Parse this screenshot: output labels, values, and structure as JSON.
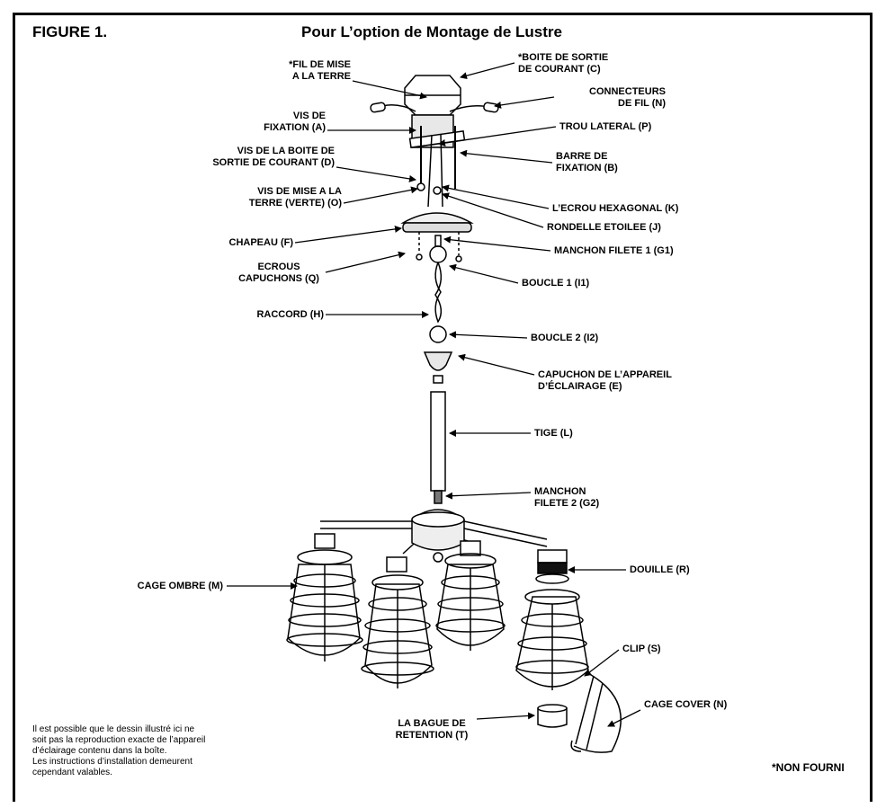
{
  "header": {
    "figure_number": "FIGURE 1.",
    "title": "Pour L’option de Montage de Lustre"
  },
  "labels": {
    "fil_terre": [
      "*FIL DE MISE",
      "A LA TERRE"
    ],
    "boite_sortie": [
      "*BOITE DE SORTIE",
      "DE COURANT (C)"
    ],
    "connecteurs": [
      "CONNECTEURS",
      "DE FIL (N)"
    ],
    "vis_fixation": [
      "VIS DE",
      "FIXATION (A)"
    ],
    "trou_lateral": [
      "TROU LATERAL (P)"
    ],
    "vis_boite": [
      "VIS DE LA BOITE DE",
      "SORTIE DE COURANT (D)"
    ],
    "barre_fixation": [
      "BARRE DE",
      "FIXATION (B)"
    ],
    "vis_terre_verte": [
      "VIS DE MISE A LA",
      "TERRE (VERTE) (O)"
    ],
    "ecrou_hex": [
      "L’ECROU HEXAGONAL (K)"
    ],
    "rondelle": [
      "RONDELLE ETOILEE (J)"
    ],
    "chapeau": [
      "CHAPEAU (F)"
    ],
    "manchon1": [
      "MANCHON FILETE 1 (G1)"
    ],
    "ecrous_cap": [
      "ECROUS",
      "CAPUCHONS (Q)"
    ],
    "boucle1": [
      "BOUCLE 1 (I1)"
    ],
    "raccord": [
      "RACCORD (H)"
    ],
    "boucle2": [
      "BOUCLE 2 (I2)"
    ],
    "capuchon_app": [
      "CAPUCHON DE L’APPAREIL",
      "D’ÉCLAIRAGE (E)"
    ],
    "tige": [
      "TIGE (L)"
    ],
    "manchon2": [
      "MANCHON",
      "FILETE 2 (G2)"
    ],
    "cage_ombre": [
      "CAGE OMBRE (M)"
    ],
    "douille": [
      "DOUILLE (R)"
    ],
    "clip": [
      "CLIP (S)"
    ],
    "cage_cover": [
      "CAGE COVER (N)"
    ],
    "bague": [
      "LA BAGUE DE",
      "RETENTION (T)"
    ]
  },
  "disclaimer": [
    "Il est possible que le dessin illustré ici ne",
    "soit pas la reproduction exacte de l’appareil",
    "d’éclairage contenu dans la boîte.",
    "Les instructions d’installation demeurent",
    "cependant valables."
  ],
  "footnote": "*NON FOURNI"
}
